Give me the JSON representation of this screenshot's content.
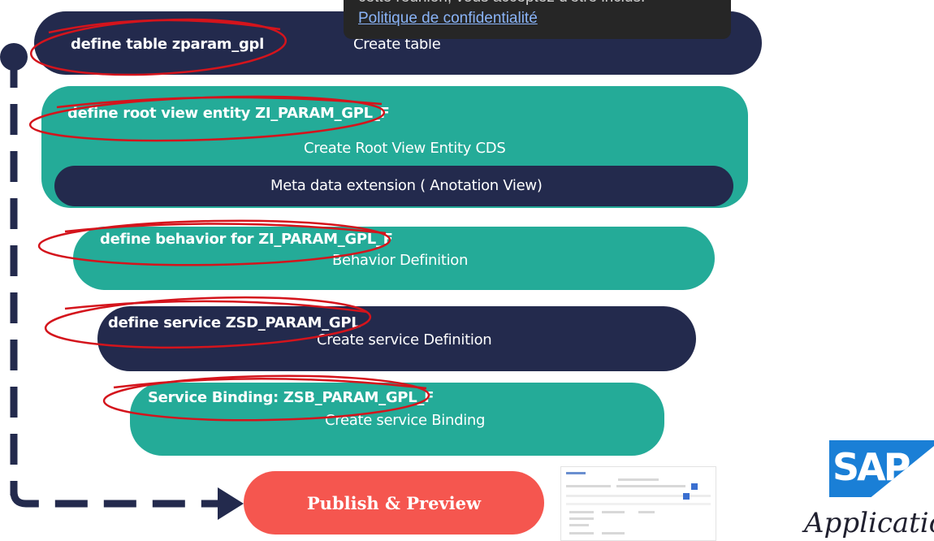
{
  "tooltip": {
    "partial_text": "cette réunion, vous acceptez d'être inclus.",
    "link_label": "Politique de confidentialité"
  },
  "steps": [
    {
      "code": "define table zparam_gpl",
      "label": "Create table"
    },
    {
      "code": "define root view entity ZI_PARAM_GPL_F",
      "label": "Create Root View Entity CDS",
      "sub_label": "Meta data extension ( Anotation View)"
    },
    {
      "code": "define behavior for ZI_PARAM_GPL_F",
      "label": "Behavior Definition"
    },
    {
      "code": "define service ZSD_PARAM_GPL",
      "label": "Create service Definition"
    },
    {
      "code": "Service Binding: ZSB_PARAM_GPL_F",
      "label": "Create service Binding"
    }
  ],
  "publish": {
    "label": "Publish & Preview"
  },
  "brand": {
    "logo_text": "SAP",
    "app_text": "Application"
  },
  "colors": {
    "navy": "#232a4d",
    "teal": "#24ab98",
    "red_accent": "#f5564f",
    "annotation_red": "#d4141c",
    "sap_blue": "#1a7fd6"
  }
}
